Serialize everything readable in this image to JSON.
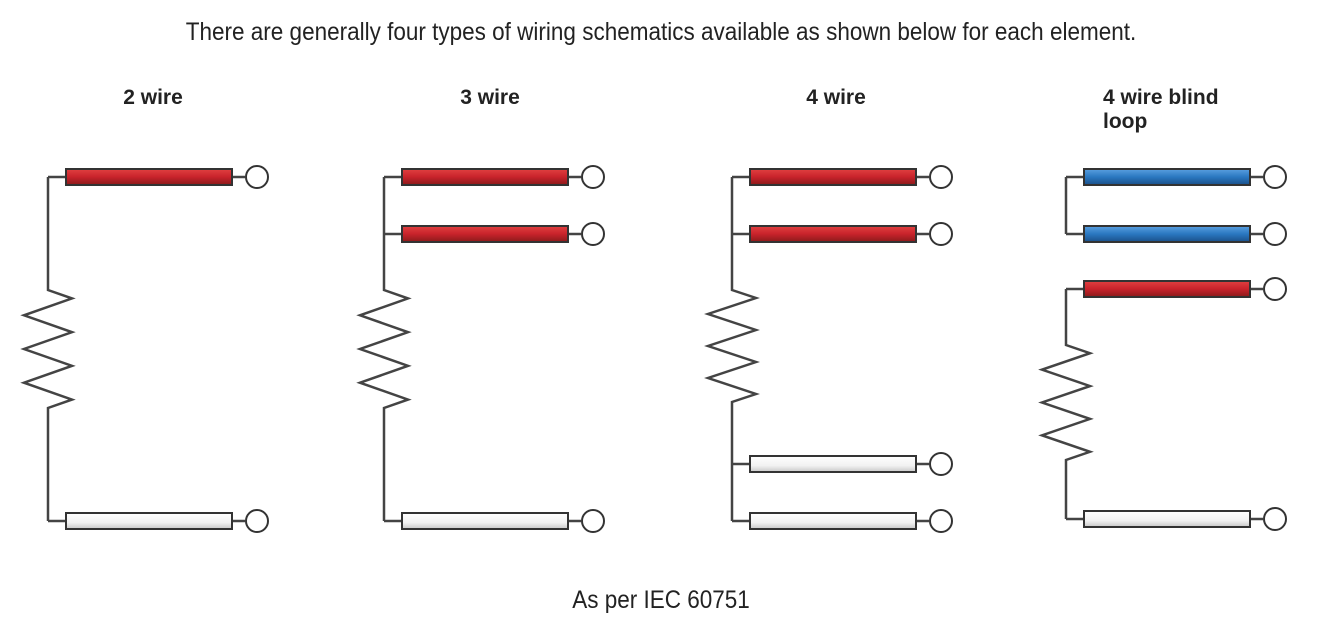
{
  "header": {
    "caption": "There are generally four types of wiring schematics available as shown below for each element."
  },
  "footer": {
    "note": "As per IEC 60751"
  },
  "colors": {
    "red": "#c8232b",
    "blue": "#2a78c0",
    "white": "#f2f2f2",
    "line": "#444444"
  },
  "diagrams": [
    {
      "title": "2 wire",
      "wires": [
        "red",
        "white"
      ]
    },
    {
      "title": "3 wire",
      "wires": [
        "red",
        "red",
        "white"
      ]
    },
    {
      "title": "4 wire",
      "wires": [
        "red",
        "red",
        "white",
        "white"
      ]
    },
    {
      "title": "4 wire blind loop",
      "wires": [
        "blue",
        "blue",
        "red",
        "white"
      ]
    }
  ]
}
